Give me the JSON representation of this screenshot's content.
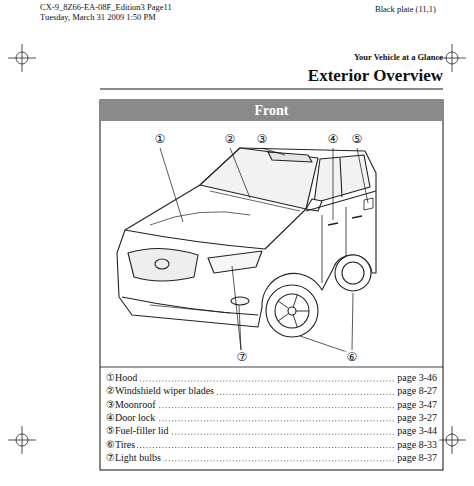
{
  "diagram": {
    "title": "Exterior Overview",
    "nodes": [
      {
        "text": [
          "Front"
        ]
      }
    ],
    "labels": [
      "CX-9_8Z66-EA-08F_Edition3 Page11",
      "Tuesday, March 31 2009 1:50 PM",
      "Black plate (11,1)",
      "Your Vehicle at a Glance",
      "①",
      "②",
      "③",
      "④",
      "⑤",
      "⑦",
      "⑥",
      "①Hood",
      "page 3-46",
      "②Windshield wiper blades",
      "page 8-27",
      "③Moonroof",
      "page 3-47",
      "④Door lock",
      "page 3-27",
      "⑤Fuel-filler lid",
      "page 3-44",
      "⑥Tires",
      "page 8-33",
      "⑦Light bulbs",
      "page 8-37"
    ]
  }
}
